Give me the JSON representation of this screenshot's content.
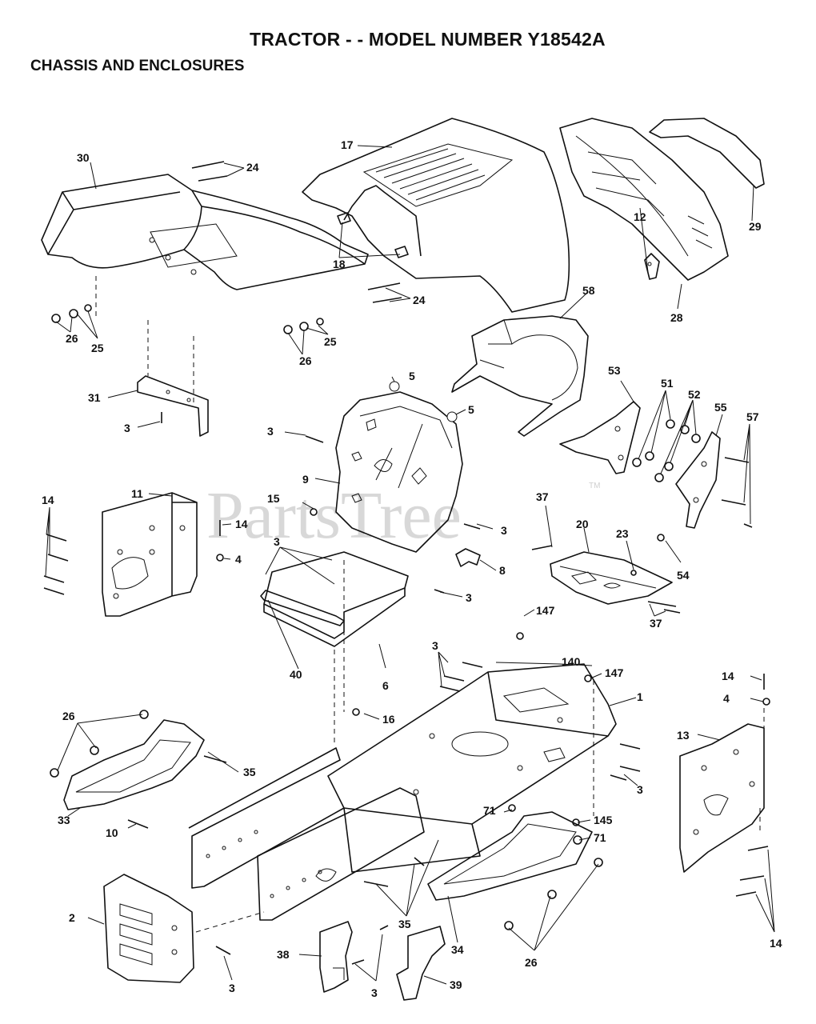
{
  "header": {
    "title": "TRACTOR - - MODEL NUMBER Y18542A",
    "subtitle": "CHASSIS AND ENCLOSURES"
  },
  "watermark": {
    "text": "PartsTree",
    "tm": "TM"
  },
  "callouts": {
    "c30": "30",
    "c24a": "24",
    "c17": "17",
    "c29": "29",
    "c18": "18",
    "c12": "12",
    "c28": "28",
    "c24b": "24",
    "c25a": "25",
    "c26a": "26",
    "c25b": "25",
    "c26b": "26",
    "c58": "58",
    "c5a": "5",
    "c5b": "5",
    "c31": "31",
    "c3a": "3",
    "c3b": "3",
    "c53": "53",
    "c51": "51",
    "c52": "52",
    "c55": "55",
    "c57": "57",
    "c9": "9",
    "c11": "11",
    "c14a": "14",
    "c15": "15",
    "c14b": "14",
    "c4a": "4",
    "c3c": "3",
    "c37a": "37",
    "c20": "20",
    "c23": "23",
    "c54": "54",
    "c3d": "3",
    "c8": "8",
    "c3e": "3",
    "c147a": "147",
    "c140": "140",
    "c37b": "37",
    "c147b": "147",
    "c3f": "3",
    "c1": "1",
    "c40": "40",
    "c6": "6",
    "c16": "16",
    "c14c": "14",
    "c4b": "4",
    "c13": "13",
    "c26c": "26",
    "c35": "35",
    "c3g": "3",
    "c71a": "71",
    "c145": "145",
    "c71b": "71",
    "c33": "33",
    "c10": "10",
    "c2": "2",
    "c35b": "35",
    "c34": "34",
    "c26d": "26",
    "c14d": "14",
    "c38": "38",
    "c3h": "3",
    "c3i": "3",
    "c39": "39"
  }
}
